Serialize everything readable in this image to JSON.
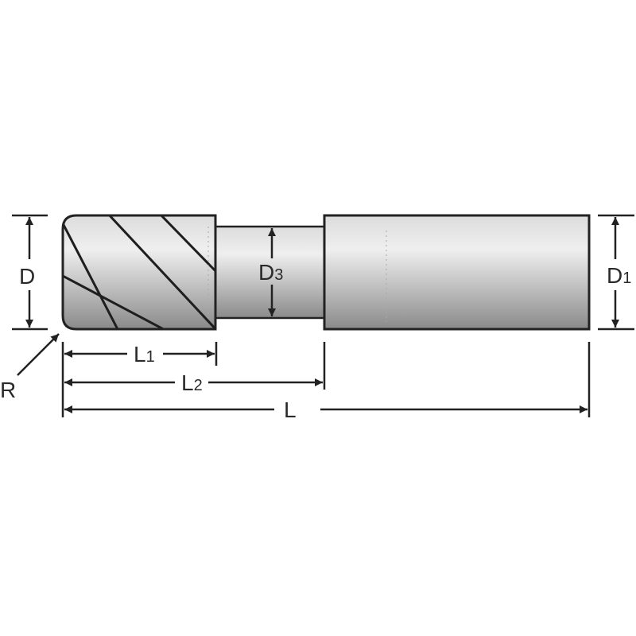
{
  "diagram": {
    "type": "technical-drawing",
    "subject": "end mill with reduced neck",
    "colors": {
      "outline": "#222222",
      "body_light": "#ececec",
      "body_dark": "#8e8e8e",
      "background": "#ffffff"
    },
    "dimensions": {
      "D": {
        "letter": "D",
        "sub": ""
      },
      "D3": {
        "letter": "D",
        "sub": "3"
      },
      "D1": {
        "letter": "D",
        "sub": "1"
      },
      "L1": {
        "letter": "L",
        "sub": "1"
      },
      "L2": {
        "letter": "L",
        "sub": "2"
      },
      "L": {
        "letter": "L",
        "sub": ""
      },
      "R": {
        "letter": "R",
        "sub": ""
      }
    }
  }
}
